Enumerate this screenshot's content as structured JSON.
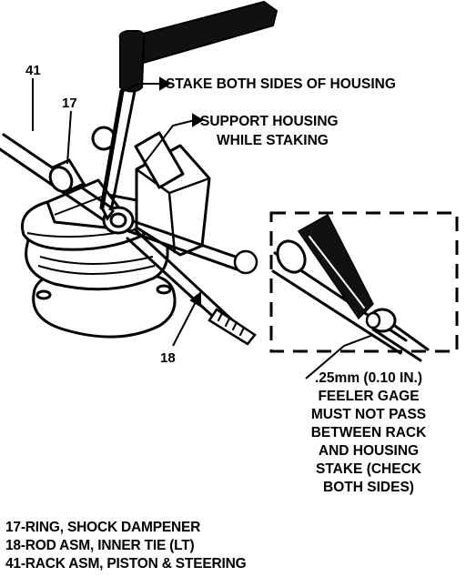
{
  "callouts": {
    "stake": "STAKE BOTH SIDES OF HOUSING",
    "support_line1": "SUPPORT HOUSING",
    "support_line2": "WHILE STAKING",
    "num_41": "41",
    "num_17": "17",
    "num_18": "18"
  },
  "feeler_note": [
    ".25mm (0.10 IN.)",
    "FEELER GAGE",
    "MUST NOT PASS",
    "BETWEEN RACK",
    "AND HOUSING",
    "STAKE (CHECK",
    "BOTH SIDES)"
  ],
  "legend": [
    "17-RING, SHOCK DAMPENER",
    "18-ROD ASM, INNER TIE (LT)",
    "41-RACK ASM, PISTON & STEERING"
  ]
}
